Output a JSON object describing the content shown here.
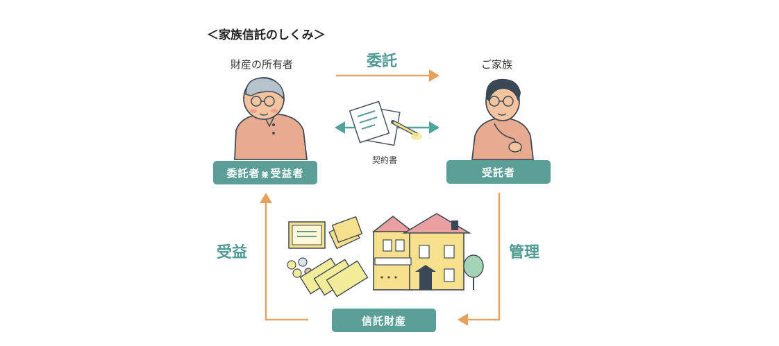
{
  "title": "＜家族信託のしくみ＞",
  "owner_label": "財産の所有者",
  "family_label": "ご家族",
  "entrust_label": "委託",
  "contract_label": "契約書",
  "benefit_label": "受益",
  "manage_label": "管理",
  "settlor_box": {
    "part1": "委託者",
    "connector": "兼",
    "part2": "受益者"
  },
  "trustee_box": "受託者",
  "property_box": "信託財産",
  "colors": {
    "teal": "#5a9e97",
    "teal_text": "#4f9a93",
    "arrow_orange": "#e5a25f",
    "arrow_teal": "#4fa39b",
    "skin": "#f4c4a0",
    "shirt": "#e8ab8f",
    "house": "#f6e08c"
  }
}
